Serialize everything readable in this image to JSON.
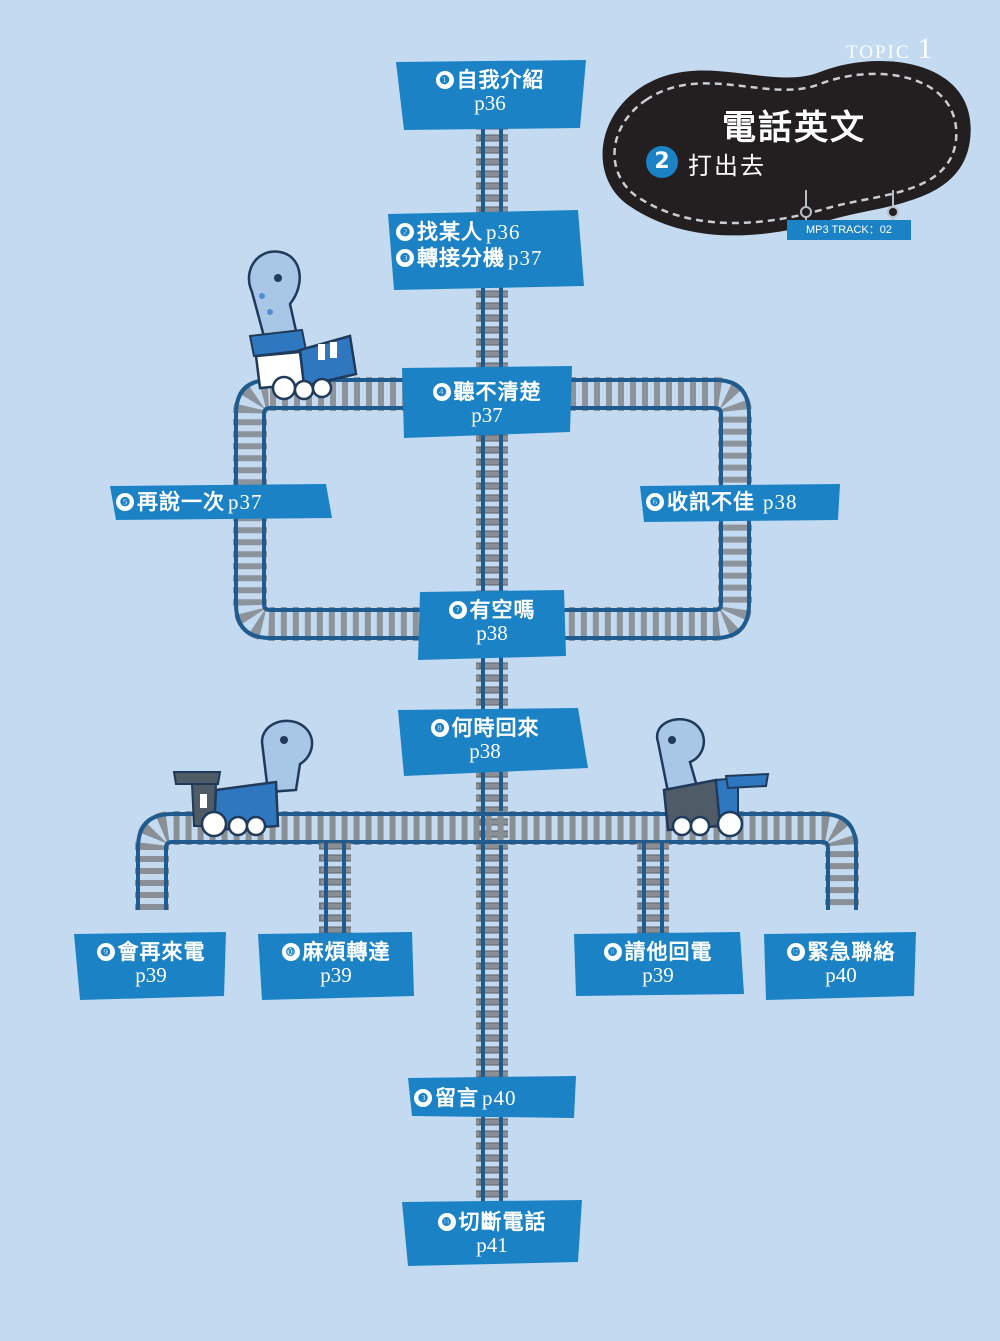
{
  "header": {
    "topic_word": "TOPIC",
    "topic_number": "1"
  },
  "title_blob": {
    "title": "電話英文",
    "sub_number": "2",
    "subtitle": "打出去",
    "track": "MP3 TRACK：02"
  },
  "nodes": [
    {
      "id": "n1",
      "num": "❶",
      "label": "自我介紹",
      "page": "p36"
    },
    {
      "id": "n2",
      "num": "❷",
      "label": "找某人",
      "page": "p36"
    },
    {
      "id": "n3",
      "num": "❸",
      "label": "轉接分機",
      "page": "p37"
    },
    {
      "id": "n4",
      "num": "❹",
      "label": "聽不清楚",
      "page": "p37"
    },
    {
      "id": "n5",
      "num": "❺",
      "label": "再說一次",
      "page": "p37"
    },
    {
      "id": "n6",
      "num": "❻",
      "label": "收訊不佳",
      "page": "p38"
    },
    {
      "id": "n7",
      "num": "❼",
      "label": "有空嗎",
      "page": "p38"
    },
    {
      "id": "n8",
      "num": "❽",
      "label": "何時回來",
      "page": "p38"
    },
    {
      "id": "n9",
      "num": "❾",
      "label": "會再來電",
      "page": "p39"
    },
    {
      "id": "n10",
      "num": "⓾",
      "label": "麻煩轉達",
      "page": "p39"
    },
    {
      "id": "n11",
      "num": "⓫",
      "label": "請他回電",
      "page": "p39"
    },
    {
      "id": "n12",
      "num": "⓬",
      "label": "緊急聯絡",
      "page": "p40"
    },
    {
      "id": "n13",
      "num": "❸",
      "label": "留言",
      "page": "p40"
    },
    {
      "id": "n14",
      "num": "⓮",
      "label": "切斷電話",
      "page": "p41"
    }
  ],
  "colors": {
    "background": "#c4daf1",
    "node_fill": "#1b82c6",
    "rail": "#1f5b8e",
    "tie": "#8a8f95",
    "blob": "#231f20",
    "train_blue": "#2f78c0",
    "train_gray": "#4f5b66"
  }
}
